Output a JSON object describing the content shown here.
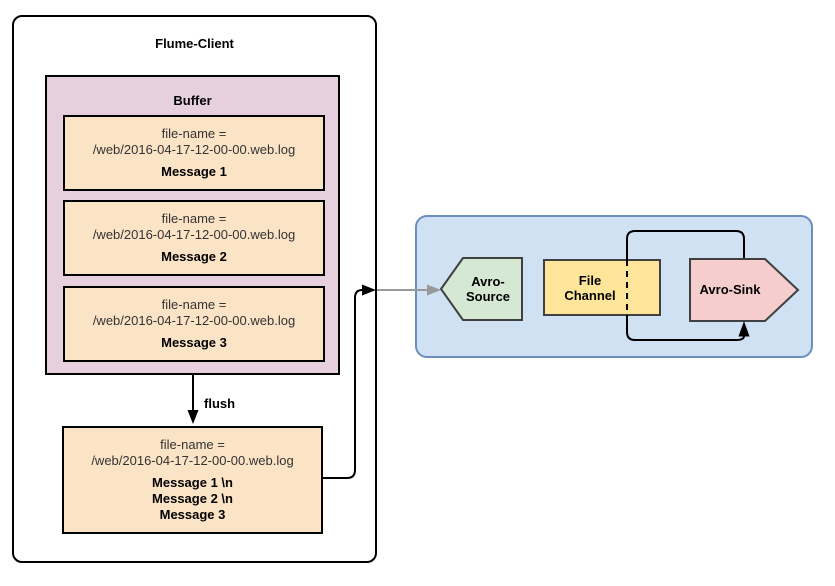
{
  "diagram": {
    "flume_client": {
      "title": "Flume-Client",
      "buffer": {
        "title": "Buffer",
        "messages": [
          {
            "filename_line1": "file-name =",
            "filename_line2": "/web/2016-04-17-12-00-00.web.log",
            "label": "Message 1"
          },
          {
            "filename_line1": "file-name =",
            "filename_line2": "/web/2016-04-17-12-00-00.web.log",
            "label": "Message 2"
          },
          {
            "filename_line1": "file-name =",
            "filename_line2": "/web/2016-04-17-12-00-00.web.log",
            "label": "Message 3"
          }
        ]
      },
      "flush_label": "flush",
      "flushed_event": {
        "filename_line1": "file-name =",
        "filename_line2": "/web/2016-04-17-12-00-00.web.log",
        "lines": [
          "Message 1 \\n",
          "Message 2 \\n",
          "Message 3"
        ]
      }
    },
    "agent": {
      "source": {
        "label_line1": "Avro-",
        "label_line2": "Source"
      },
      "channel": {
        "label_line1": "File",
        "label_line2": "Channel"
      },
      "sink": {
        "label": "Avro-Sink"
      }
    }
  },
  "colors": {
    "box_stroke": "#000000",
    "buffer_fill": "#e6d0de",
    "event_fill": "#fbe3c6",
    "agent_fill": "#cfe1f3",
    "agent_stroke": "#6c8ebf",
    "source_fill": "#d5e8d4",
    "channel_fill": "#ffe599",
    "sink_fill": "#f5cdcc",
    "shape_stroke": "#404040",
    "arrow_black": "#000000",
    "arrow_gray": "#999999"
  }
}
